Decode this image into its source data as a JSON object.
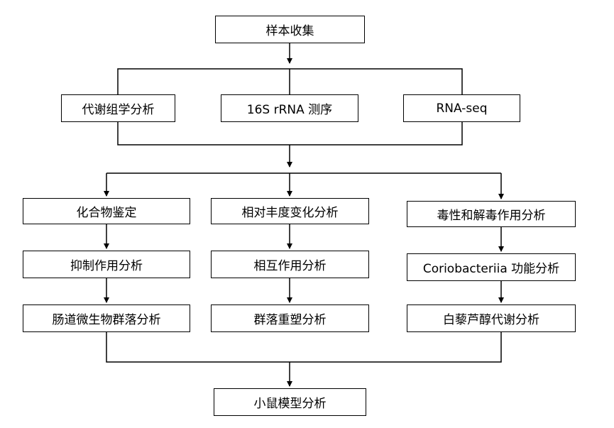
{
  "nodes": {
    "sample_collection": "样本收集",
    "metabolomics": "代谢组学分析",
    "sequencing_16s": "16S rRNA 测序",
    "rna_seq": "RNA-seq",
    "compound_identification": "化合物鉴定",
    "relative_abundance": "相对丰度变化分析",
    "toxicity_detox": "毒性和解毒作用分析",
    "inhibition": "抑制作用分析",
    "interaction": "相互作用分析",
    "coriobacteriia": "Coriobacteriia 功能分析",
    "gut_microbiota": "肠道微生物群落分析",
    "community_remodeling": "群落重塑分析",
    "resveratrol_metabolism": "白藜芦醇代谢分析",
    "mouse_model": "小鼠模型分析"
  },
  "colors": {
    "border": "#000000",
    "line": "#000000",
    "text": "#000000",
    "background": "#ffffff"
  }
}
